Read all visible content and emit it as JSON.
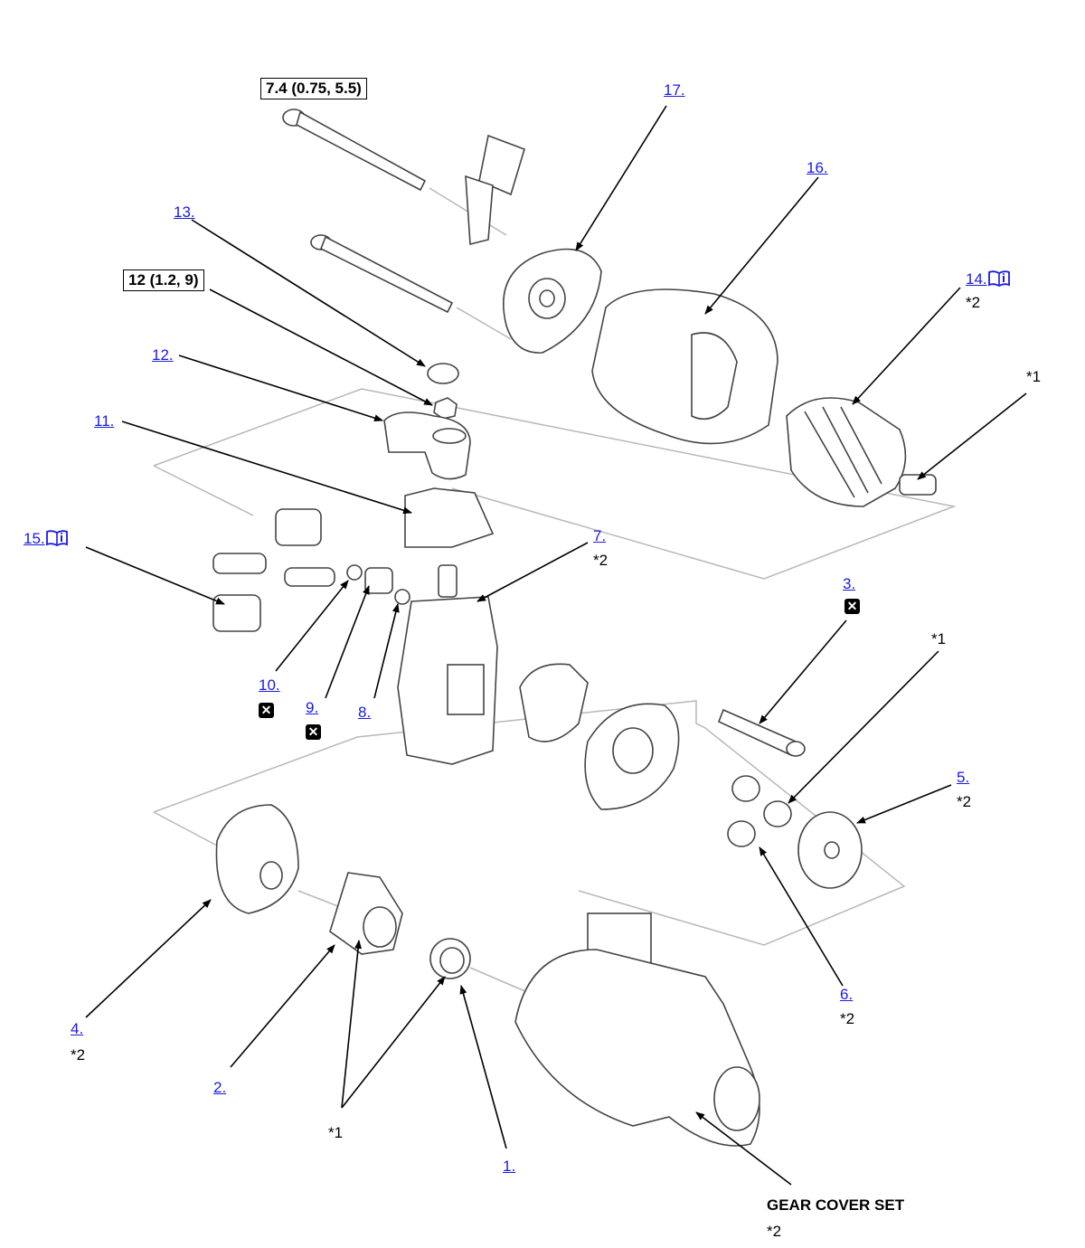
{
  "torque_specs": {
    "top": "7.4 (0.75, 5.5)",
    "middle": "12 (1.2, 9)"
  },
  "parts": {
    "p1": "1.",
    "p2": "2.",
    "p3": "3.",
    "p4": "4.",
    "p5": "5.",
    "p6": "6.",
    "p7": "7.",
    "p8": "8.",
    "p9": "9.",
    "p10": "10.",
    "p11": "11.",
    "p12": "12.",
    "p13": "13.",
    "p14": "14.",
    "p15": "15.",
    "p16": "16.",
    "p17": "17."
  },
  "notes": {
    "star1": "*1",
    "star2": "*2",
    "gear_cover": "GEAR COVER SET"
  },
  "icons": {
    "replace": "replace-part-icon",
    "book": "service-info-book-icon"
  },
  "colors": {
    "link": "#1a1ae6",
    "line": "#000000",
    "part_outline": "#444444",
    "box_outline": "#b8b8b8"
  }
}
